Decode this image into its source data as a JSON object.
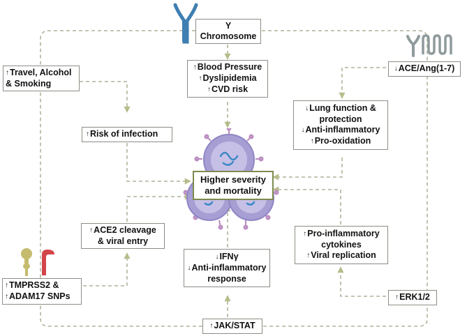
{
  "nodes": {
    "y_chromosome": [
      "Y",
      "Chromosome"
    ],
    "travel": [
      "Travel, Alcohol",
      "& Smoking"
    ],
    "blood_pressure": [
      "Blood Pressure",
      "Dyslipidemia",
      "CVD risk"
    ],
    "ace_ang": "ACE/Ang(1-7)",
    "risk_infection": "Risk of infection",
    "lung": [
      "Lung function &",
      "protection",
      "Anti-inflammatory",
      "Pro-oxidation"
    ],
    "center": [
      "Higher severity",
      "and mortality"
    ],
    "ace2": [
      "ACE2 cleavage",
      "& viral entry"
    ],
    "pro_inflammatory": [
      "Pro-inflammatory",
      "cytokines",
      "Viral replication"
    ],
    "ifn": [
      "IFNγ",
      "Anti-inflammatory",
      "response"
    ],
    "tmprss2": [
      "TMPRSS2 &",
      "ADAM17 SNPs"
    ],
    "erk": "ERK1/2",
    "jak": "JAK/STAT"
  },
  "arrows": {
    "up": "↑",
    "down": "↓"
  },
  "colors": {
    "wire": "#9aa584",
    "main_border": "#7c8a4e",
    "virus_body": "#9b93c9",
    "virus_spike": "#b98bc0",
    "virus_rna": "#3d88c6",
    "receptor_blue": "#3f7fb2",
    "receptor_gray": "#8f9a9c",
    "receptor_olive": "#c5bb6e",
    "receptor_red": "#d2454a"
  },
  "icons": [
    "y-chromosome-icon",
    "ace-receptor-icon",
    "tmprss2-icon",
    "adam17-icon",
    "virus-icon"
  ]
}
